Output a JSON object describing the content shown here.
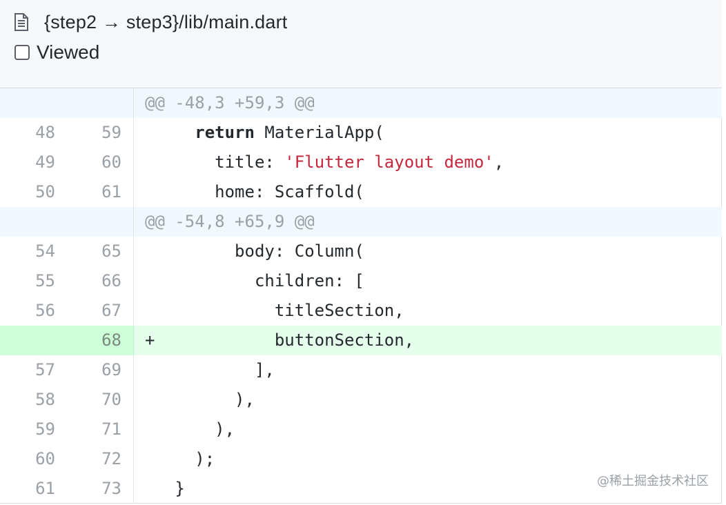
{
  "file": {
    "icon": "file-text-icon",
    "path": "{step2 → step3}/lib/main.dart",
    "viewed_label": "Viewed",
    "viewed_checked": false
  },
  "diff": {
    "hunks": [
      {
        "header": "@@ -48,3 +59,3 @@",
        "lines": [
          {
            "old": "48",
            "new": "59",
            "type": "context",
            "code": "    return MaterialApp("
          },
          {
            "old": "49",
            "new": "60",
            "type": "context",
            "code": "      title: 'Flutter layout demo',"
          },
          {
            "old": "50",
            "new": "61",
            "type": "context",
            "code": "      home: Scaffold("
          }
        ]
      },
      {
        "header": "@@ -54,8 +65,9 @@",
        "lines": [
          {
            "old": "54",
            "new": "65",
            "type": "context",
            "code": "        body: Column("
          },
          {
            "old": "55",
            "new": "66",
            "type": "context",
            "code": "          children: ["
          },
          {
            "old": "56",
            "new": "67",
            "type": "context",
            "code": "            titleSection,"
          },
          {
            "old": "",
            "new": "68",
            "type": "add",
            "code": "            buttonSection,"
          },
          {
            "old": "57",
            "new": "69",
            "type": "context",
            "code": "          ],"
          },
          {
            "old": "58",
            "new": "70",
            "type": "context",
            "code": "        ),"
          },
          {
            "old": "59",
            "new": "71",
            "type": "context",
            "code": "      ),"
          },
          {
            "old": "60",
            "new": "72",
            "type": "context",
            "code": "    );"
          },
          {
            "old": "61",
            "new": "73",
            "type": "context",
            "code": "  }"
          }
        ]
      }
    ]
  },
  "watermark": "@稀土掘金技术社区"
}
